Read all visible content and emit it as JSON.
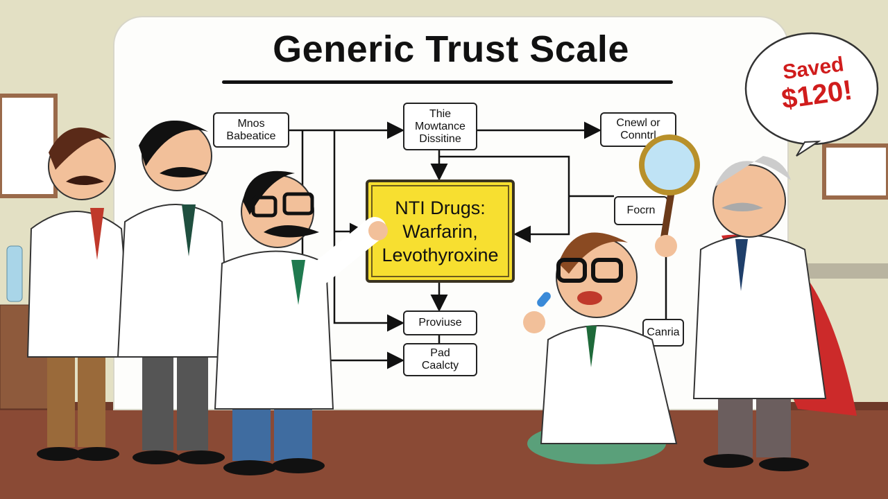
{
  "whiteboard": {
    "title": "Generic Trust Scale",
    "flow_boxes": [
      {
        "id": "mnos",
        "label": "Mnos Babeatice"
      },
      {
        "id": "thie",
        "label": "Thie Mowtance Dissitine"
      },
      {
        "id": "cnewl",
        "label": "Cnewl or Conntrl"
      },
      {
        "id": "focrn",
        "label": "Focrn"
      },
      {
        "id": "proviuse",
        "label": "Proviuse"
      },
      {
        "id": "pad",
        "label": "Pad Caalcty"
      },
      {
        "id": "canria",
        "label": "Canria"
      }
    ],
    "center_sign": {
      "line1": "NTI Drugs:",
      "line2": "Warfarin,",
      "line3": "Levothyroxine",
      "color": "#f7df30"
    }
  },
  "speech_bubble": {
    "line1": "Saved",
    "line2": "$120!",
    "color": "#d01c1c"
  },
  "characters": [
    "doctor-mustache-left",
    "doctor-mustache-middle",
    "doctor-glasses-pointing",
    "young-doctor-with-pill",
    "superhero-doctor-with-magnifier"
  ],
  "colors": {
    "wall": "#e3e0c4",
    "floor": "#8a4a35",
    "board": "#fdfdfb",
    "coat": "#ffffff"
  }
}
